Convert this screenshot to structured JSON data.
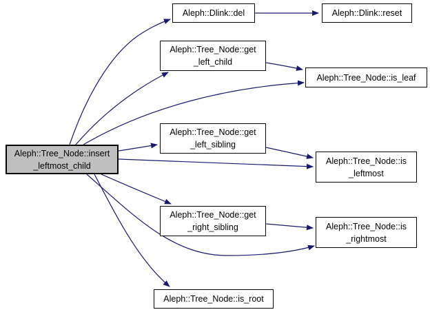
{
  "diagram": {
    "type": "call-graph",
    "colors": {
      "edge": "#191970",
      "node_border": "#000000",
      "node_fill": "#ffffff",
      "highlight_fill": "#bfbfbf",
      "text": "#000000",
      "background": "#ffffff"
    },
    "nodes": {
      "insert_leftmost_child": {
        "lines": [
          "Aleph::Tree_Node::insert",
          "_leftmost_child"
        ],
        "highlighted": true
      },
      "dlink_del": {
        "lines": [
          "Aleph::Dlink::del"
        ]
      },
      "dlink_reset": {
        "lines": [
          "Aleph::Dlink::reset"
        ]
      },
      "get_left_child": {
        "lines": [
          "Aleph::Tree_Node::get",
          "_left_child"
        ]
      },
      "is_leaf": {
        "lines": [
          "Aleph::Tree_Node::is_leaf"
        ]
      },
      "get_left_sibling": {
        "lines": [
          "Aleph::Tree_Node::get",
          "_left_sibling"
        ]
      },
      "is_leftmost": {
        "lines": [
          "Aleph::Tree_Node::is",
          "_leftmost"
        ]
      },
      "get_right_sibling": {
        "lines": [
          "Aleph::Tree_Node::get",
          "_right_sibling"
        ]
      },
      "is_rightmost": {
        "lines": [
          "Aleph::Tree_Node::is",
          "_rightmost"
        ]
      },
      "is_root": {
        "lines": [
          "Aleph::Tree_Node::is_root"
        ]
      }
    },
    "edges": [
      {
        "from": "insert_leftmost_child",
        "to": "dlink_del"
      },
      {
        "from": "insert_leftmost_child",
        "to": "get_left_child"
      },
      {
        "from": "insert_leftmost_child",
        "to": "is_leaf"
      },
      {
        "from": "insert_leftmost_child",
        "to": "get_left_sibling"
      },
      {
        "from": "insert_leftmost_child",
        "to": "is_leftmost"
      },
      {
        "from": "insert_leftmost_child",
        "to": "get_right_sibling"
      },
      {
        "from": "insert_leftmost_child",
        "to": "is_rightmost"
      },
      {
        "from": "insert_leftmost_child",
        "to": "is_root"
      },
      {
        "from": "dlink_del",
        "to": "dlink_reset"
      },
      {
        "from": "get_left_child",
        "to": "is_leaf"
      },
      {
        "from": "get_left_sibling",
        "to": "is_leftmost"
      },
      {
        "from": "get_right_sibling",
        "to": "is_rightmost"
      }
    ]
  }
}
